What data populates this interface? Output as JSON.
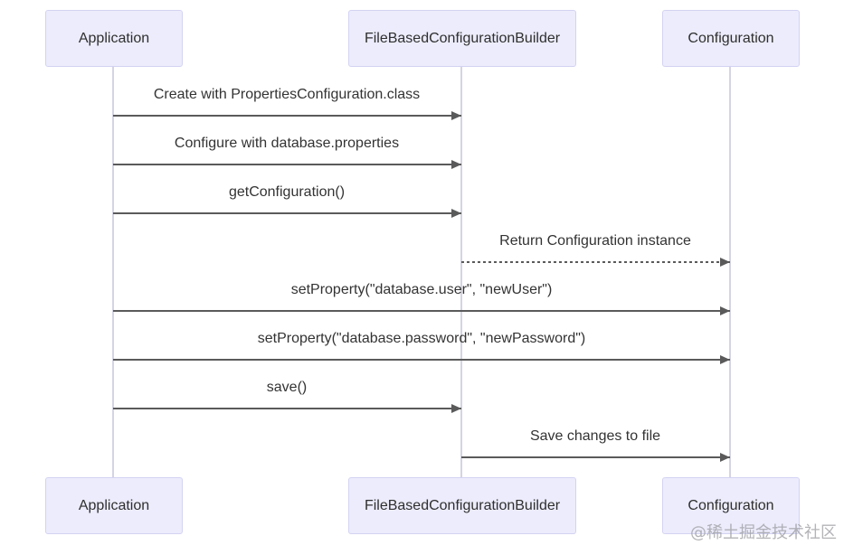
{
  "diagram": {
    "type": "sequence",
    "participants": [
      {
        "id": "application",
        "label": "Application"
      },
      {
        "id": "file-based-configuration-builder",
        "label": "FileBasedConfigurationBuilder"
      },
      {
        "id": "configuration",
        "label": "Configuration"
      }
    ],
    "messages": [
      {
        "from": "Application",
        "to": "FileBasedConfigurationBuilder",
        "label": "Create with PropertiesConfiguration.class",
        "line": "solid"
      },
      {
        "from": "Application",
        "to": "FileBasedConfigurationBuilder",
        "label": "Configure with database.properties",
        "line": "solid"
      },
      {
        "from": "Application",
        "to": "FileBasedConfigurationBuilder",
        "label": "getConfiguration()",
        "line": "solid"
      },
      {
        "from": "FileBasedConfigurationBuilder",
        "to": "Configuration",
        "label": "Return Configuration instance",
        "line": "dashed"
      },
      {
        "from": "Application",
        "to": "Configuration",
        "label": "setProperty(\"database.user\", \"newUser\")",
        "line": "solid"
      },
      {
        "from": "Application",
        "to": "Configuration",
        "label": "setProperty(\"database.password\", \"newPassword\")",
        "line": "solid"
      },
      {
        "from": "Application",
        "to": "FileBasedConfigurationBuilder",
        "label": "save()",
        "line": "solid"
      },
      {
        "from": "FileBasedConfigurationBuilder",
        "to": "Configuration",
        "label": "Save changes to file",
        "line": "solid"
      }
    ],
    "colors": {
      "actor_fill": "#ececfc",
      "actor_border": "#d3d3f2",
      "lifeline": "#d4d4e4",
      "arrow": "#5a5a5a",
      "text": "#333333",
      "watermark": "#9b9ba0"
    },
    "watermark": "@稀土掘金技术社区"
  }
}
